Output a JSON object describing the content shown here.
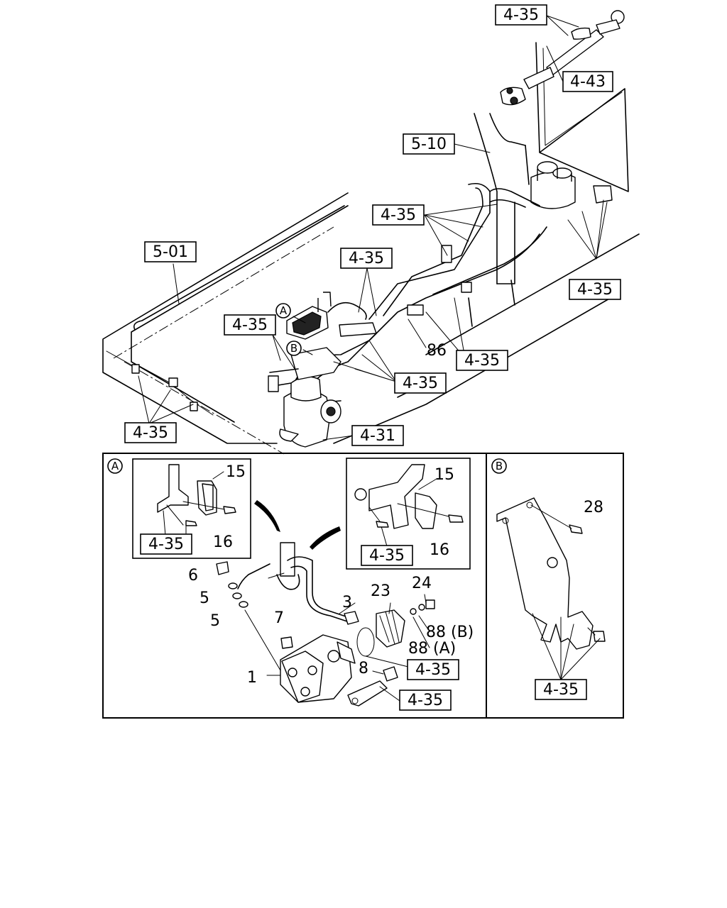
{
  "callouts": {
    "ref_4_35_top": "4-35",
    "ref_4_43": "4-43",
    "ref_5_10": "5-10",
    "ref_4_35_a": "4-35",
    "ref_5_01": "5-01",
    "ref_4_35_b": "4-35",
    "ref_4_35_c": "4-35",
    "ref_4_35_d": "4-35",
    "ref_4_35_e": "4-35",
    "ref_4_35_f": "4-35",
    "ref_4_35_g": "4-35",
    "ref_4_31": "4-31",
    "part_86": "86",
    "marker_a": "A",
    "marker_b": "B"
  },
  "detail_a": {
    "marker": "A",
    "inset_left": {
      "part_15": "15",
      "part_16": "16",
      "ref": "4-35"
    },
    "inset_right": {
      "part_15": "15",
      "part_16": "16",
      "ref": "4-35"
    },
    "parts": {
      "p1": "1",
      "p3": "3",
      "p5a": "5",
      "p5b": "5",
      "p6": "6",
      "p7": "7",
      "p8": "8",
      "p23": "23",
      "p24": "24",
      "p88b": "88 (B)",
      "p88a": "88 (A)"
    },
    "ref_mid": "4-35",
    "ref_low": "4-35"
  },
  "detail_b": {
    "marker": "B",
    "part_28": "28",
    "ref": "4-35"
  }
}
